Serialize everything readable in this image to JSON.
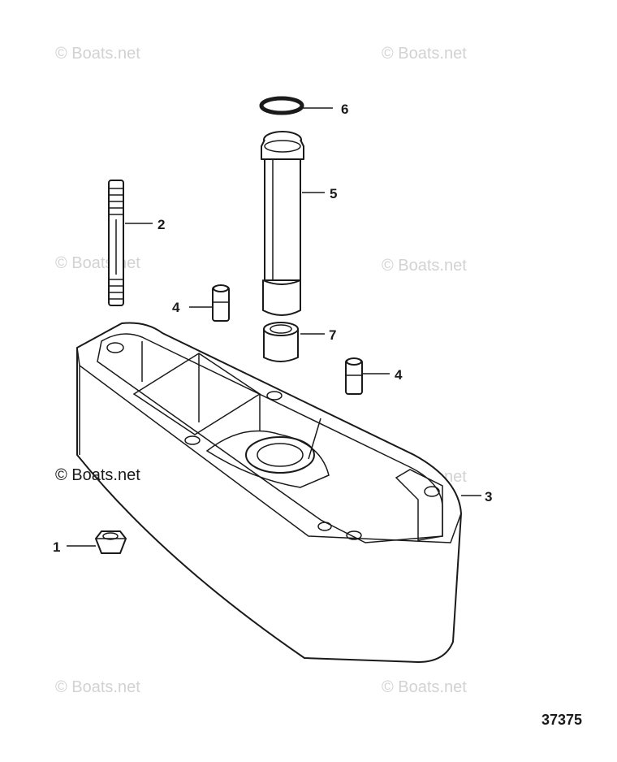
{
  "watermark": "© Boats.net",
  "diagram_number": "37375",
  "callouts": {
    "c1": "1",
    "c2": "2",
    "c3": "3",
    "c4a": "4",
    "c4b": "4",
    "c5": "5",
    "c6": "6",
    "c7": "7"
  },
  "colors": {
    "line": "#1a1a1a",
    "watermark": "#d2d2d2",
    "background": "#ffffff"
  }
}
